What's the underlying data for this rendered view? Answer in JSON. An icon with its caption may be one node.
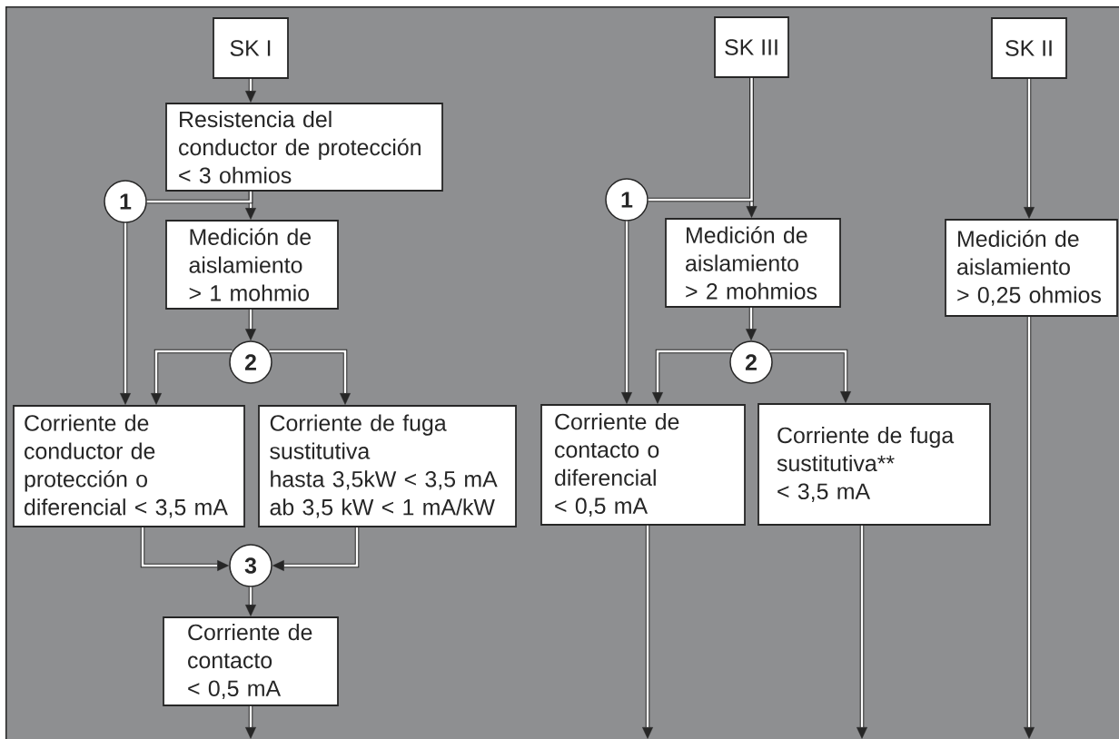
{
  "diagram": {
    "nodes": [
      {
        "text": [
          "SK I"
        ]
      },
      {
        "text": [
          "Resistencia del conductor de protección",
          "< 3 ohmios"
        ]
      },
      {
        "text": [
          "1"
        ]
      },
      {
        "text": [
          "Medición de aislamiento",
          "> 1 mohmio"
        ]
      },
      {
        "text": [
          "2"
        ]
      },
      {
        "text": [
          "Corriente de conductor de protección o diferencial < 3,5 mA"
        ]
      },
      {
        "text": [
          "Corriente de fuga sustitutiva",
          "hasta 3,5kW < 3,5 mA",
          "ab 3,5 kW < 1 mA/kW"
        ]
      },
      {
        "text": [
          "3"
        ]
      },
      {
        "text": [
          "Corriente de contacto",
          "< 0,5 mA"
        ]
      },
      {
        "text": [
          "SK III"
        ]
      },
      {
        "text": [
          "1"
        ]
      },
      {
        "text": [
          "Medición de aislamiento",
          "> 2 mohmios"
        ]
      },
      {
        "text": [
          "2"
        ]
      },
      {
        "text": [
          "Corriente de contacto o diferencial",
          "< 0,5 mA"
        ]
      },
      {
        "text": [
          "Corriente de fuga sustitutiva**",
          "< 3,5 mA"
        ]
      },
      {
        "text": [
          "SK II"
        ]
      },
      {
        "text": [
          "Medición de aislamiento",
          "> 0,25 ohmios"
        ]
      }
    ],
    "edges": [
      {
        "from": 0,
        "to": 1,
        "arrow": "to"
      },
      {
        "from": 1,
        "to": 3,
        "arrow": "to"
      },
      {
        "from": 1,
        "to": 2,
        "arrow": "none"
      },
      {
        "from": 2,
        "to": 5,
        "arrow": "to"
      },
      {
        "from": 3,
        "to": 4,
        "arrow": "to"
      },
      {
        "from": 4,
        "to": 5,
        "arrow": "to"
      },
      {
        "from": 4,
        "to": 6,
        "arrow": "to"
      },
      {
        "from": 5,
        "to": 7,
        "arrow": "to"
      },
      {
        "from": 6,
        "to": 7,
        "arrow": "to"
      },
      {
        "from": 7,
        "to": 8,
        "arrow": "to"
      },
      {
        "from": 8,
        "to": null,
        "arrow": "to"
      },
      {
        "from": 9,
        "to": 11,
        "arrow": "to"
      },
      {
        "from": 9,
        "to": 10,
        "arrow": "none"
      },
      {
        "from": 10,
        "to": 13,
        "arrow": "to"
      },
      {
        "from": 11,
        "to": 12,
        "arrow": "to"
      },
      {
        "from": 12,
        "to": 13,
        "arrow": "to"
      },
      {
        "from": 12,
        "to": 14,
        "arrow": "to"
      },
      {
        "from": 13,
        "to": null,
        "arrow": "to"
      },
      {
        "from": 14,
        "to": null,
        "arrow": "to"
      },
      {
        "from": 15,
        "to": 16,
        "arrow": "to"
      },
      {
        "from": 16,
        "to": null,
        "arrow": "to"
      }
    ]
  }
}
